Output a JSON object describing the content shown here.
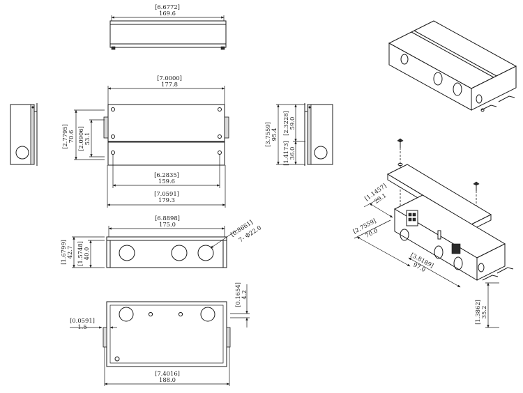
{
  "dims": {
    "top_width_in": "[6.6772]",
    "top_width_mm": "169.6",
    "front_width_in": "[7.0000]",
    "front_width_mm": "177.8",
    "front_height_in": "[2.7795]",
    "front_height_mm": "70.6",
    "front_inner_height_in": "[2.0906]",
    "front_inner_height_mm": "53.1",
    "front_inner_width_in": "[6.2835]",
    "front_inner_width_mm": "159.6",
    "front_overall_width_in": "[7.0591]",
    "front_overall_width_mm": "179.3",
    "right_height_in": "[3.7559]",
    "right_height_mm": "95.4",
    "right_upper_in": "[2.3228]",
    "right_upper_mm": "59.0",
    "right_lower_in": "[1.4173]",
    "right_lower_mm": "36.0",
    "side_width_in": "[6.8898]",
    "side_width_mm": "175.0",
    "knockout_in": "[0.8661]",
    "knockout_mm": "7- Φ22.0",
    "side_height_in": "[1.6799]",
    "side_height_mm": "42.7",
    "side_inner_height_in": "[1.5748]",
    "side_inner_height_mm": "40.0",
    "bottom_flange_in": "[0.0591]",
    "bottom_flange_mm": "1.5",
    "bottom_tab_in": "[0.1654]",
    "bottom_tab_mm": "4.2",
    "bottom_width_in": "[7.4016]",
    "bottom_width_mm": "188.0",
    "iso_cover_in": "[1.1457]",
    "iso_cover_mm": "29.1",
    "iso_depth_in": "[2.7559]",
    "iso_depth_mm": "70.0",
    "iso_length_in": "[3.8189]",
    "iso_length_mm": "97.0",
    "iso_height_in": "[1.3862]",
    "iso_height_mm": "35.2"
  },
  "colors": {
    "line": "#1a1a1a",
    "panel": "#d9d9d9",
    "background": "#ffffff"
  }
}
